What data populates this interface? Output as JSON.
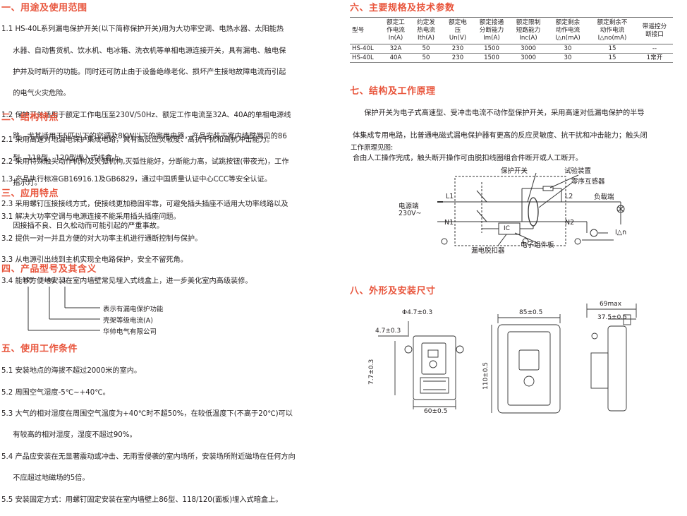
{
  "left": {
    "s1": {
      "title": "一、用途及使用范围",
      "lines": [
        "1.1 HS-40L系列漏电保护开关(以下简称保护开关)用为大功率空调、电热水器、太阳能热",
        "     水器、自动售货机、饮水机、电冰箱、洗衣机等单相电源连接开关，具有漏电、触电保",
        "     护并及时断开的功能。同时还可防止由于设备绝缘老化、损坏产生接地故障电流而引起",
        "     的电气火灾危险。",
        "1.2 保护开关适用于额定工作电压至230V/50Hz、额定工作电流至32A、40A的单相电源线",
        "     路，尤其适用于5匹以下的空调及8KW以下的家用电器，产品安装于室内墙壁常见的86",
        "     型、118型、120型埋入式线盒上。",
        "1.3 产品执行标准GB16916.1及GB6829，通过中国质量认证中心CCC等安全认证。"
      ]
    },
    "s2": {
      "title": "二、结构特点",
      "lines": [
        "2.1 采用高速对地漏电保护集成电路，具有高反应灵敏度、高抗干扰和高抗冲击能力。",
        "2.2 采用特殊触头动作机构及灭弧机构,灭弧性能好，分断能力高，试跳按钮(带夜光)，工作",
        "     指示灯。",
        "2.3 采用螺钉压接接线方式，使接线更加稳固牢靠，可避免插头插座不适用大功率线路以及",
        "     因接插不良、日久松动而可能引起的严重事故。"
      ]
    },
    "s3": {
      "title": "三、应用特点",
      "lines": [
        "3.1 解决大功率空调与电源连接不能采用插头插座问题。",
        "3.2 提供一对一并且方便的对大功率主机进行通断控制与保护。",
        "3.3 从电源引出线到主机实现全电路保护，安全不留死角。",
        "3.4 能够方便地安装在室内墙壁常见埋入式线盒上，进一步美化室内高级装修。"
      ]
    },
    "s4": {
      "title": "四、产品型号及其含义",
      "model": [
        "HS",
        "-40",
        "L"
      ],
      "meanings": [
        "表示有漏电保护功能",
        "壳架等级电流(A)",
        "华帅电气有限公司"
      ]
    },
    "s5": {
      "title": "五、使用工作条件",
      "lines": [
        "5.1 安装地点的海拔不超过2000米的室内。",
        "5.2 周围空气湿度-5℃~+40℃。",
        "5.3 大气的相对湿度在周围空气温度为+40℃时不超50%，在较低温度下(不高于20℃)可以",
        "     有较高的相对湿度，湿度不超过90%。",
        "5.4 产品应安装在无显著震动或冲击、无雨雪侵袭的室内场所，安装场所附近磁场在任何方向",
        "     不应超过地磁场的5倍。",
        "5.5 安装固定方式：用螺钉固定安装在室内墙壁上86型、118/120(面板)埋入式暗盒上。"
      ]
    }
  },
  "right": {
    "s6": {
      "title": "六、主要规格及技术参数",
      "headers": [
        [
          "型号"
        ],
        [
          "额定工",
          "作电流",
          "In(A)"
        ],
        [
          "约定发",
          "热电流",
          "Ith(A)"
        ],
        [
          "额定电",
          "压",
          "Un(V)"
        ],
        [
          "额定接通",
          "分断能力",
          "Im(A)"
        ],
        [
          "额定限制",
          "短路能力",
          "Inc(A)"
        ],
        [
          "额定剩余",
          "动作电流",
          "I△n(mA)"
        ],
        [
          "额定剩余不",
          "动作电流",
          "I△no(mA)"
        ],
        [
          "带遥控分",
          "断接口"
        ]
      ],
      "rows": [
        [
          "HS-40L",
          "32A",
          "50",
          "230",
          "1500",
          "3000",
          "30",
          "15",
          "--"
        ],
        [
          "HS-40L",
          "40A",
          "50",
          "230",
          "1500",
          "3000",
          "30",
          "15",
          "1常开"
        ]
      ]
    },
    "s7": {
      "title": "七、结构及工作原理",
      "lines": [
        "     保护开关为电子式高速型、受冲击电流不动作型保护开关，采用高速对低漏电保护的半导",
        "体集成专用电路，比普通电磁式漏电保护器有更高的反应灵敏度、抗干扰和冲击能力；触头闭",
        "合由人工操作完成，触头断开操作可由脱扣线圈组合件断开或人工断开。"
      ],
      "diagram_caption": "工作原理见图:",
      "labels": {
        "switch": "保护开关",
        "test": "试验装置",
        "zct": "零序互感器",
        "power": "电源端",
        "voltage": "230V~",
        "load": "负载端",
        "L1": "L1",
        "N1": "N1",
        "L2": "L2",
        "N2": "N2",
        "ic": "IC",
        "trip": "漏电脱扣器",
        "board": "电子组件板",
        "delta": "I△n"
      }
    },
    "s8": {
      "title": "八、外形及安装尺寸",
      "dims": {
        "hole": "Φ4.7±0.3",
        "offset": "4.7±0.3",
        "height_small": "7.7±0.3",
        "width_bottom": "60±0.5",
        "width_front": "85±0.5",
        "height_front": "110±0.5",
        "depth_max": "69max",
        "depth": "37.5±0.5"
      }
    }
  }
}
